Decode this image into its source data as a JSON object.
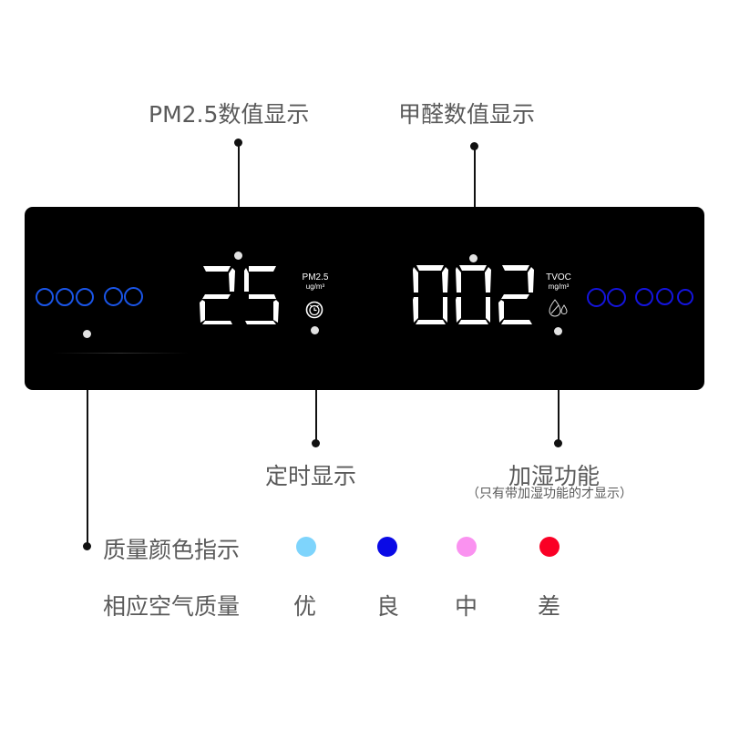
{
  "labels": {
    "pm25_display": "PM2.5数值显示",
    "formaldehyde_display": "甲醛数值显示",
    "timer_display": "定时显示",
    "humidify_function": "加湿功能",
    "humidify_note": "（只有带加湿功能的才显示）",
    "quality_color_indicator": "质量颜色指示",
    "corresponding_air_quality": "相应空气质量"
  },
  "panel": {
    "pm25": {
      "value": "25",
      "unit_top": "PM2.5",
      "unit_bottom": "ug/m³",
      "icon": "alarm-clock-icon"
    },
    "tvoc": {
      "value": "002",
      "unit_top": "TVOC",
      "unit_bottom": "mg/m³",
      "icon": "humidify-drop-icon"
    },
    "left_rings": 5,
    "right_rings": 5,
    "ring_colors": {
      "left": "#1a55e8",
      "right": "#1414dd"
    }
  },
  "legend": [
    {
      "grade": "优",
      "color": "#7ed4fc"
    },
    {
      "grade": "良",
      "color": "#0a0ae6"
    },
    {
      "grade": "中",
      "color": "#fa92f0"
    },
    {
      "grade": "差",
      "color": "#fa0025"
    }
  ]
}
